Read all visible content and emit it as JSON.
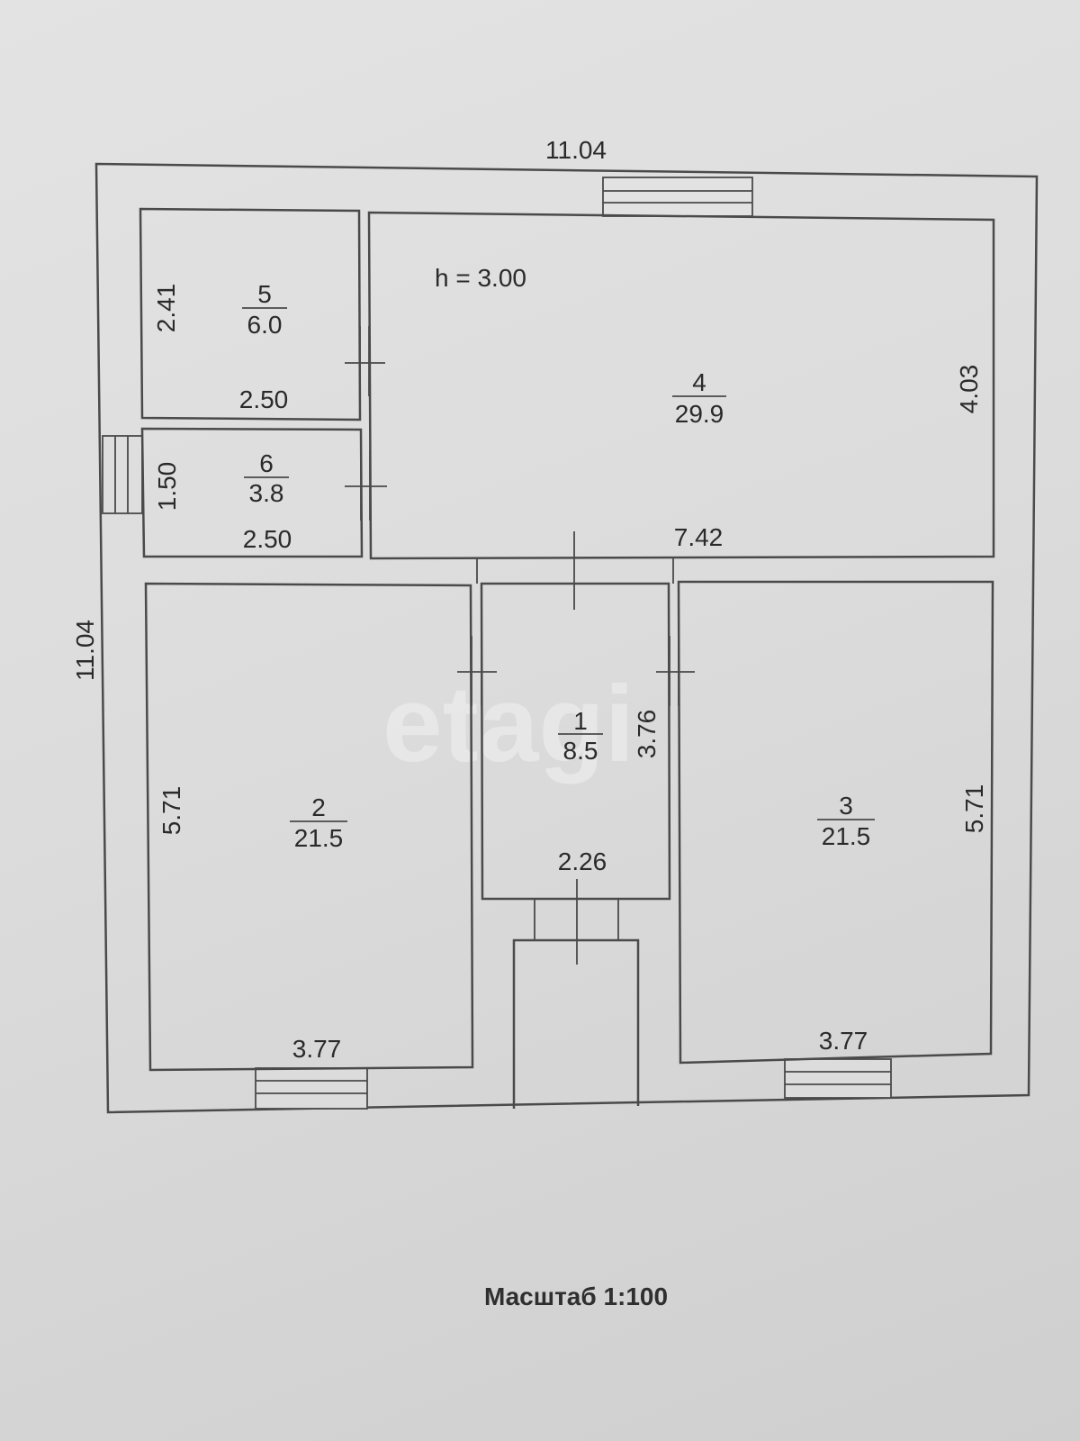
{
  "plan": {
    "ceiling_height": "h = 3.00",
    "scale": "Масштаб 1:100",
    "watermark": "etagi",
    "outer": {
      "width": "11.04",
      "height": "11.04"
    },
    "rooms": [
      {
        "id": "5",
        "number": "5",
        "area": "6.0",
        "dims": {
          "height": "2.41",
          "width": "2.50"
        }
      },
      {
        "id": "6",
        "number": "6",
        "area": "3.8",
        "dims": {
          "height": "1.50",
          "width": "2.50"
        }
      },
      {
        "id": "4",
        "number": "4",
        "area": "29.9",
        "dims": {
          "height": "4.03",
          "width": "7.42"
        }
      },
      {
        "id": "1",
        "number": "1",
        "area": "8.5",
        "dims": {
          "height": "3.76",
          "width": "2.26"
        }
      },
      {
        "id": "2",
        "number": "2",
        "area": "21.5",
        "dims": {
          "height": "5.71",
          "width": "3.77"
        }
      },
      {
        "id": "3",
        "number": "3",
        "area": "21.5",
        "dims": {
          "height": "5.71",
          "width": "3.77"
        }
      }
    ]
  }
}
